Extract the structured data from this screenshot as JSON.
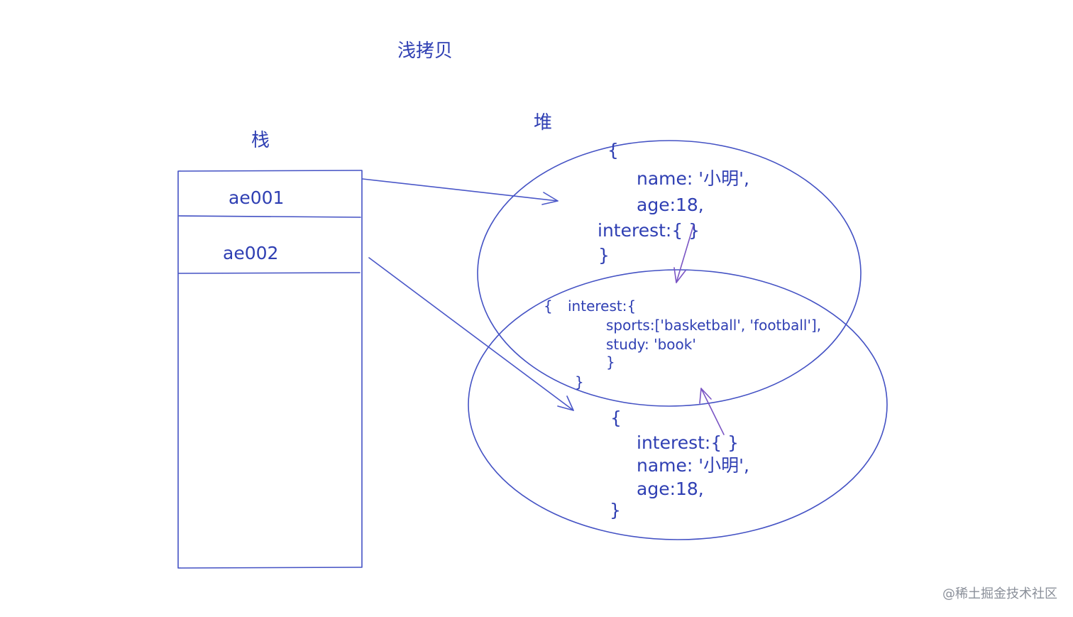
{
  "title": "浅拷贝",
  "stack": {
    "label": "栈",
    "cells": [
      "ae001",
      "ae002"
    ]
  },
  "heap": {
    "label": "堆",
    "object1": {
      "open": "{",
      "line1": "name: '小明',",
      "line2": "age:18,",
      "line3": "interest:{ }",
      "close": "}"
    },
    "shared": {
      "open": "{",
      "line1": "interest:{",
      "line2": "sports:['basketball', 'football'],",
      "line3": "study: 'book'",
      "line4": "}",
      "close": "}"
    },
    "object2": {
      "open": "{",
      "line1": "interest:{ }",
      "line2": "name: '小明',",
      "line3": "age:18,",
      "close": "}"
    }
  },
  "watermark": "@稀土掘金技术社区",
  "colors": {
    "ink": "#2f3fb3",
    "line": "#4452c4",
    "arrow_alt": "#7a55c4",
    "watermark": "#8a8f99"
  }
}
